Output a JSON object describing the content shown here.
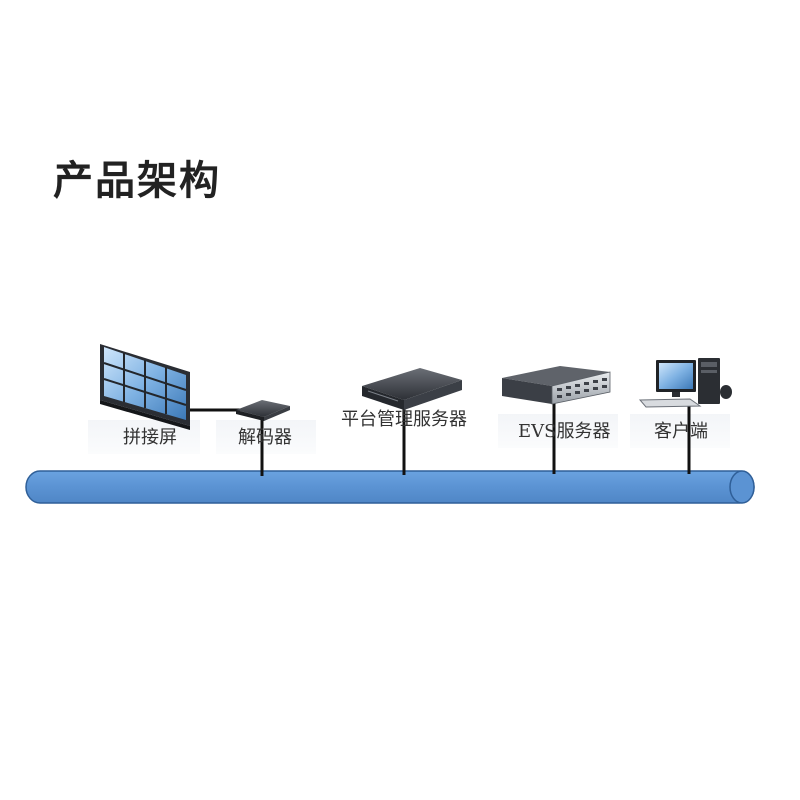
{
  "title": "产品架构",
  "colors": {
    "bus_fill": "#5b93d3",
    "bus_stroke": "#2f5f98",
    "connector": "#111111",
    "title": "#222222",
    "label": "#333333"
  },
  "nodes": [
    {
      "id": "video-wall",
      "label": "拼接屏",
      "icon": "video-wall-icon"
    },
    {
      "id": "decoder",
      "label": "解码器",
      "icon": "decoder-icon"
    },
    {
      "id": "platform-server",
      "label": "平台管理服务器",
      "icon": "rack-server-1u-icon"
    },
    {
      "id": "evs-server",
      "label": "EVS服务器",
      "icon": "rack-server-2u-icon"
    },
    {
      "id": "client",
      "label": "客户端",
      "icon": "desktop-computer-icon"
    }
  ],
  "edges": [
    {
      "from": "video-wall",
      "to": "decoder"
    },
    {
      "from": "decoder",
      "to": "network-bus"
    },
    {
      "from": "platform-server",
      "to": "network-bus"
    },
    {
      "from": "evs-server",
      "to": "network-bus"
    },
    {
      "from": "client",
      "to": "network-bus"
    }
  ]
}
